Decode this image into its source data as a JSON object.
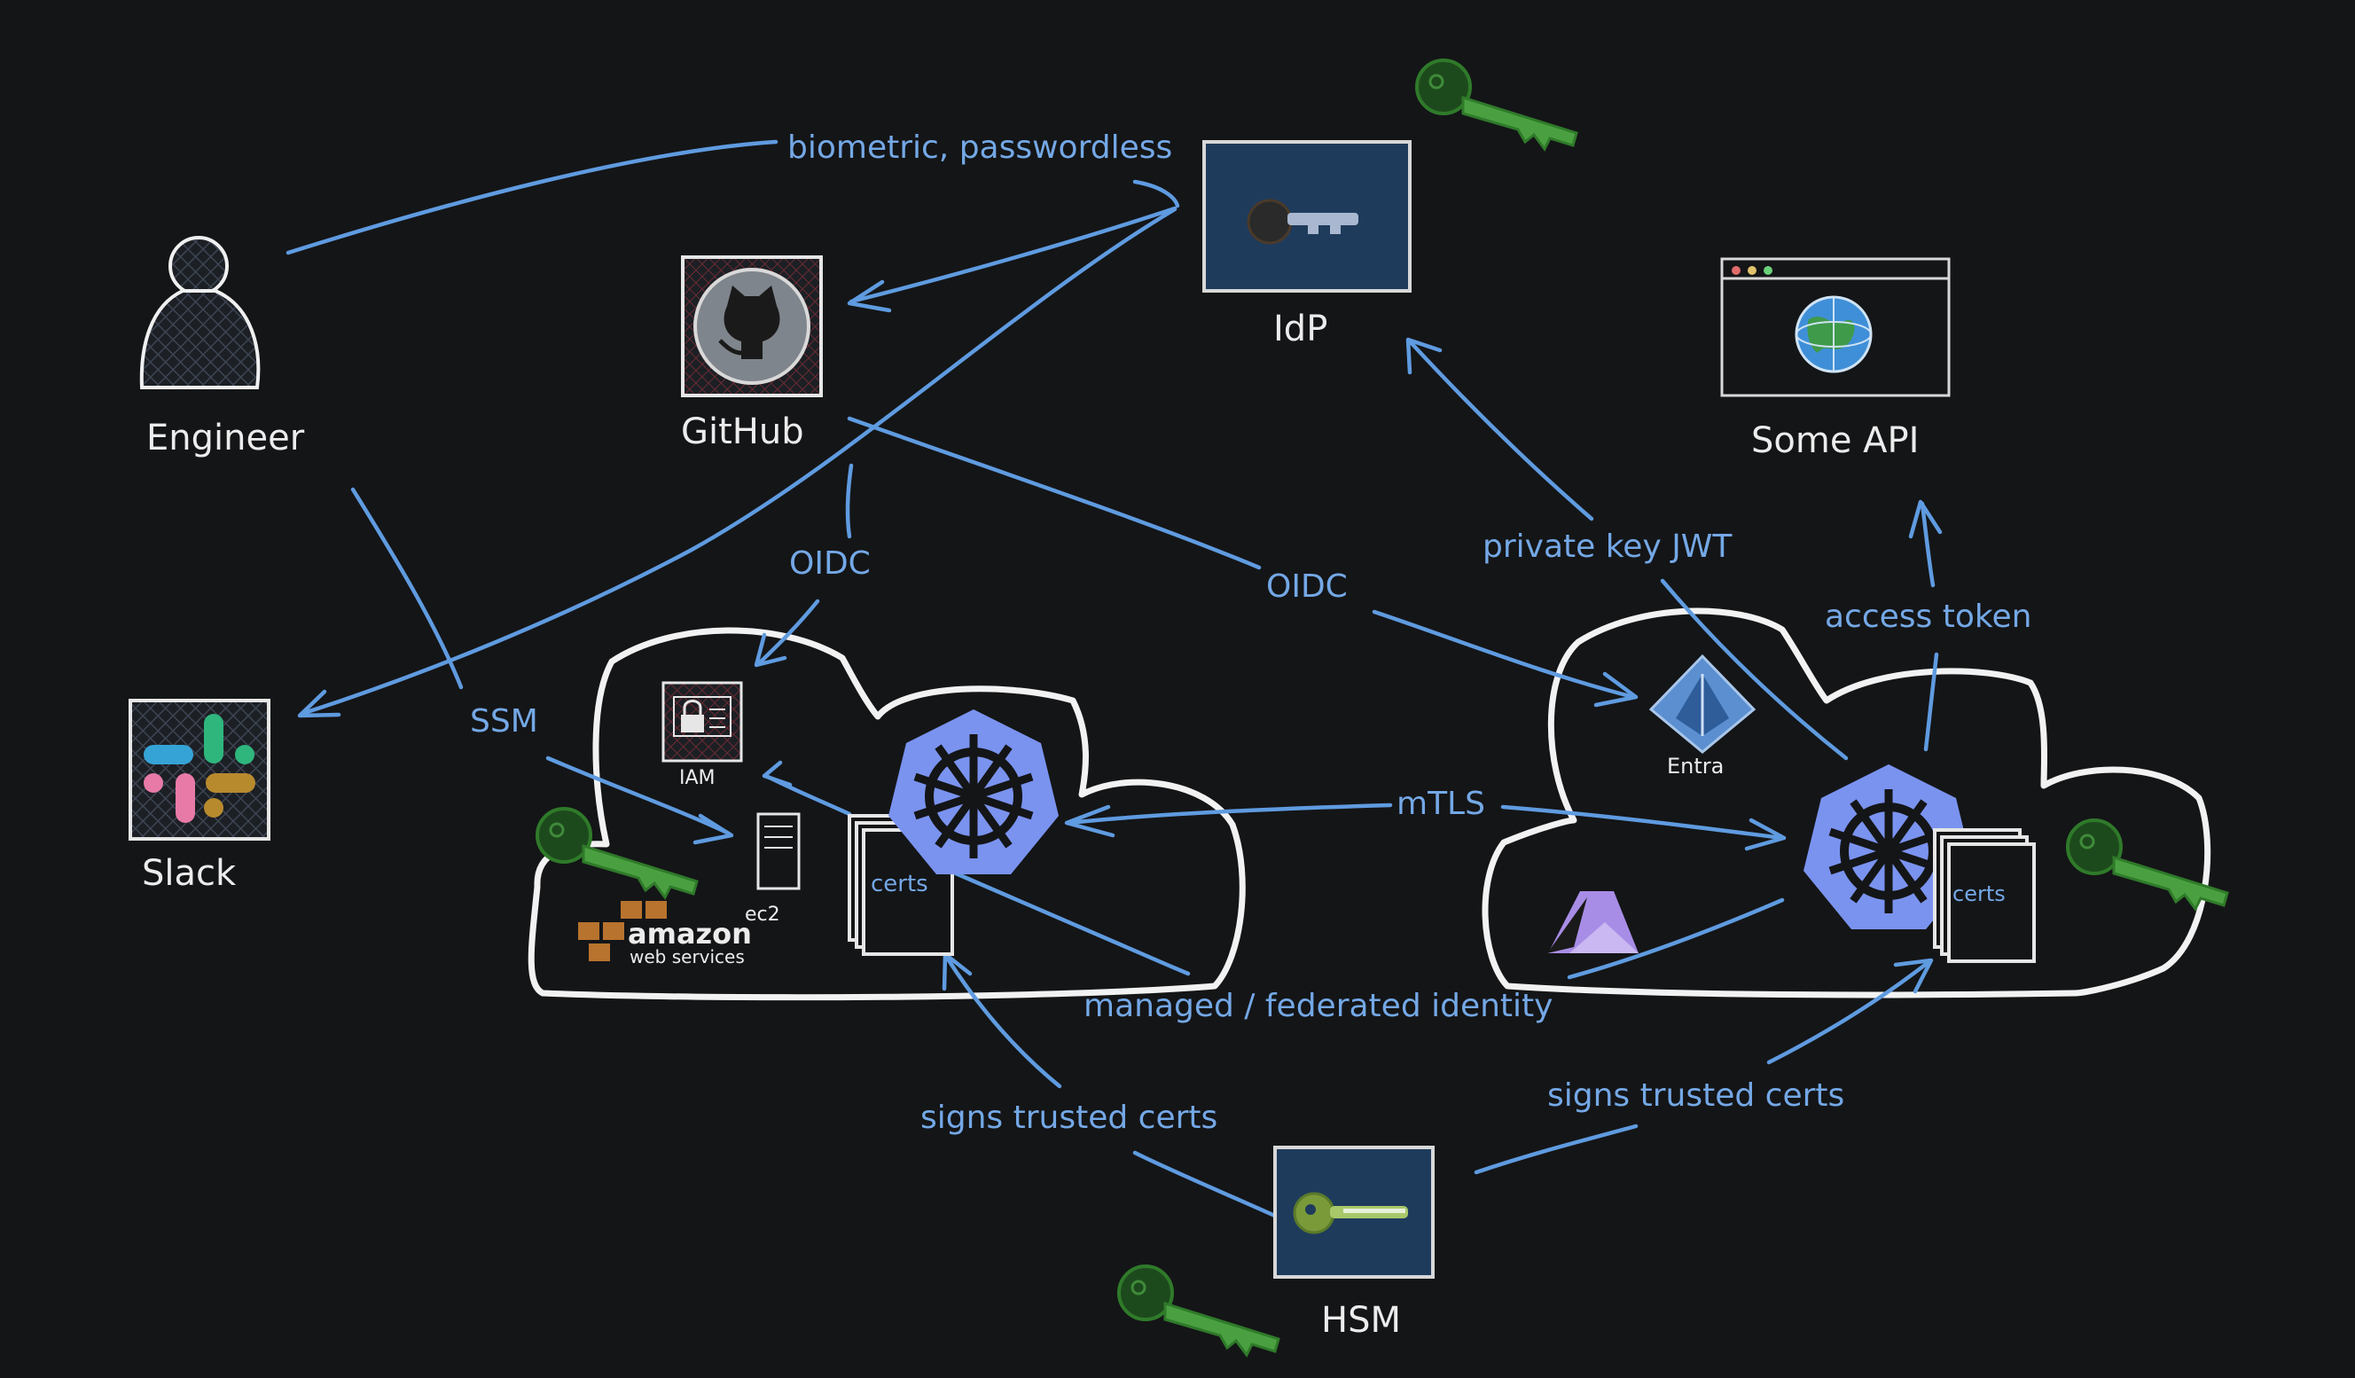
{
  "nodes": {
    "engineer": "Engineer",
    "github": "GitHub",
    "idp": "IdP",
    "some_api": "Some API",
    "slack": "Slack",
    "iam": "IAM",
    "ec2": "ec2",
    "aws_logo": "amazon web services",
    "certs_left": "certs",
    "entra": "Entra",
    "certs_right": "certs",
    "hsm": "HSM"
  },
  "edges": {
    "biometric": "biometric, passwordless",
    "oidc_left": "OIDC",
    "oidc_right": "OIDC",
    "private_key_jwt": "private key JWT",
    "access_token": "access token",
    "ssm": "SSM",
    "mtls": "mTLS",
    "managed_federated": "managed / federated identity",
    "signs_left": "signs trusted certs",
    "signs_right": "signs trusted certs"
  },
  "colors": {
    "background": "#141517",
    "edge": "#5f9be0",
    "node_outline": "#f2f2f2",
    "key_green": "#2f7a2a",
    "kubernetes": "#7a93ef",
    "box_fill": "#1f3b5c"
  },
  "icons": [
    "person-icon",
    "github-icon",
    "key-icon",
    "browser-globe-icon",
    "slack-icon",
    "iam-lock-icon",
    "server-icon",
    "aws-logo-icon",
    "kubernetes-icon",
    "entra-icon",
    "azure-icon",
    "cloud-shape"
  ]
}
